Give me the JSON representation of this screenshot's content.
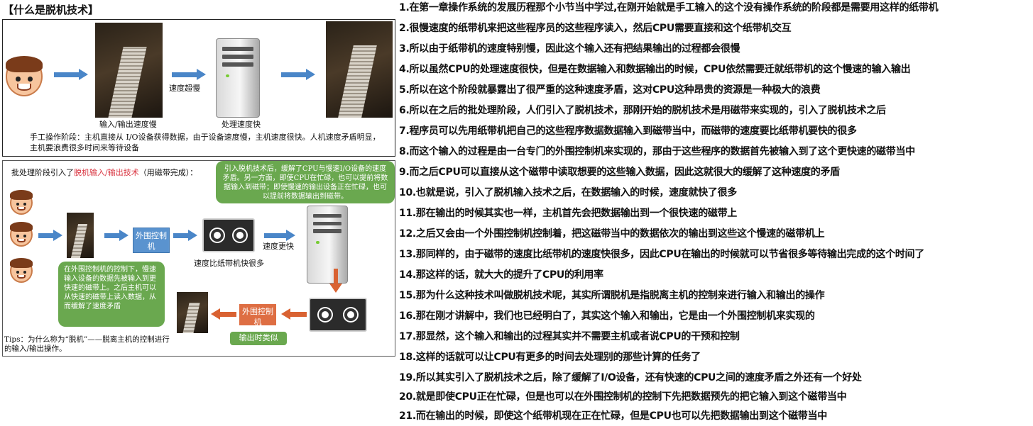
{
  "heading": "【什么是脱机技术】",
  "panel1": {
    "caption_io": "输入/输出速度慢",
    "caption_speed": "速度超慢",
    "caption_cpu": "处理速度快",
    "description": "手工操作阶段：主机直接从 I/O设备获得数据，由于设备速度慢，主机速度很快。人机速度矛盾明显，主机要浪费很多时间来等待设备"
  },
  "panel2": {
    "title_prefix": "批处理阶段引入了",
    "title_highlight": "脱机输入/输出技术",
    "title_suffix": "（用磁带完成）：",
    "highlight_color": "#d9333f",
    "bubble_top": "引入脱机技术后，缓解了CPU与慢速I/O设备的速度矛盾。另一方面，即使CPU在忙碌，也可以提前将数据输入到磁带；即使慢速的输出设备正在忙碌，也可以提前将数据输出到磁带。",
    "controller_in": "外围控制机",
    "bubble_left": "在外围控制机的控制下，慢速输入设备的数据先被输入到更快速的磁带上。之后主机可以从快速的磁带上读入数据，从而缓解了速度矛盾",
    "tape_caption": "速度比纸带机快很多",
    "speed_caption": "速度更快",
    "controller_out": "外围控制机",
    "output_pill": "输出时类似",
    "tips": "Tips：为什么称为“脱机”——脱离主机的控制进行的输入/输出操作。"
  },
  "notes": [
    "1.在第一章操作系统的发展历程那个小节当中学过,在刚开始就是手工输入的这个没有操作系统的阶段都是需要用这样的纸带机",
    "2.很慢速度的纸带机来把这些程序员的这些程序读入，然后CPU需要直接和这个纸带机交互",
    "3.所以由于纸带机的速度特别慢，因此这个输入还有把结果输出的过程都会很慢",
    "4.所以虽然CPU的处理速度很快，但是在数据输入和数据输出的时候，CPU依然需要迁就纸带机的这个慢速的输入输出",
    "5.所以在这个阶段就暴露出了很严重的这种速度矛盾，这对CPU这种昂贵的资源是一种极大的浪费",
    "6.所以在之后的批处理阶段，人们引入了脱机技术，那刚开始的脱机技术是用磁带来实现的，引入了脱机技术之后",
    "7.程序员可以先用纸带机把自己的这些程序数据数据输入到磁带当中，而磁带的速度要比纸带机要快的很多",
    "8.而这个输入的过程是由一台专门的外围控制机来实现的，那由于这些程序的数据首先被输入到了这个更快速的磁带当中",
    "9.而之后CPU可以直接从这个磁带中读取想要的这些输入数据，因此这就很大的缓解了这种速度的矛盾",
    "10.也就是说，引入了脱机输入技术之后，在数据输入的时候，速度就快了很多",
    "11.那在输出的时候其实也一样，主机首先会把数据输出到一个很快速的磁带上",
    "12.之后又会由一个外围控制机控制着，把这磁带当中的数据依次的输出到这些这个慢速的磁带机上",
    "13.那同样的，由于磁带的速度比纸带机的速度快很多，因此CPU在输出的时候就可以节省很多等待输出完成的这个时间了",
    "14.那这样的话，就大大的提升了CPU的利用率",
    "15.那为什么这种技术叫做脱机技术呢，其实所谓脱机是指脱离主机的控制来进行输入和输出的操作",
    "16.那在刚才讲解中，我们也已经明白了，其实这个输入和输出，它是由一个外围控制机来实现的",
    "17.那显然，这个输入和输出的过程其实并不需要主机或者说CPU的干预和控制",
    "18.这样的话就可以让CPU有更多的时间去处理别的那些计算的任务了",
    "19.所以其实引入了脱机技术之后，除了缓解了I/O设备，还有快速的CPU之间的速度矛盾之外还有一个好处",
    "20.就是即使CPU正在忙碌，但是也可以在外围控制机的控制下先把数据预先的把它输入到这个磁带当中",
    "21.而在输出的时候，即使这个纸带机现在正在忙碌，但是CPU也可以先把数据输出到这个磁带当中"
  ]
}
